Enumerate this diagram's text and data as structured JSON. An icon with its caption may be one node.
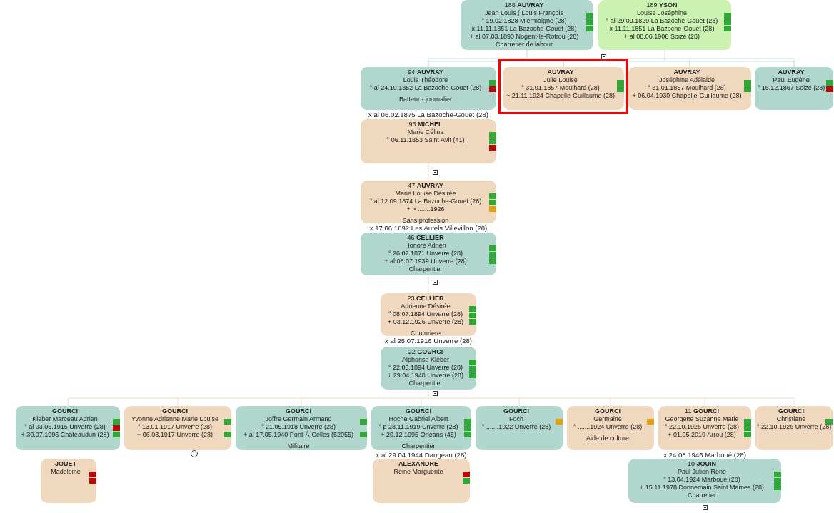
{
  "diagram": {
    "nodes": [
      {
        "text": [
          "188 **AUVRAY**",
          "Jean Louis ( Louis François",
          "° 19.02.1828 Miermaigne (28)",
          "x 11.11.1851 La Bazoche-Gouet (28)",
          "+ al 07.03.1893 Nogent-le-Rotrou (28)",
          "Charretier de labour"
        ]
      },
      {
        "text": [
          "189 **YSON**",
          "Louise Joséphine",
          "° al 29.09.1829 La Bazoche-Gouet (28)",
          "x 11.11.1851 La Bazoche-Gouet (28)",
          "+ al 08.06.1908 Soizé (28)"
        ]
      },
      {
        "text": [
          "94 **AUVRAY**",
          "Louis Théodore",
          "° al 24.10.1852 La Bazoche-Gouet (28)",
          "Batteur - journalier"
        ],
        "beside": [
          "x al 06.02.1875 La Bazoche-Gouet (28)"
        ]
      },
      {
        "text": [
          "AUVRAY",
          "Julie Louise",
          "° 31.01.1857 Moulhard (28)",
          "+ 21.11.1924 Chapelle-Guillaume (28)"
        ]
      },
      {
        "text": [
          "AUVRAY",
          "Joséphine Adélaide",
          "° 31.01.1857 Moulhard (28)",
          "+ 06.04.1930 Chapelle-Guillaume (28)"
        ]
      },
      {
        "text": [
          "AUVRAY",
          "Paul Eugène",
          "° 16.12.1867 Soizé (28)"
        ]
      },
      {
        "text": [
          "95 **MICHEL**",
          "Marie Célina",
          "° 06.11.1853 Saint Avit (41)"
        ]
      },
      {
        "text": [
          "47 **AUVRAY**",
          "Marie Louise Désirée",
          "° al 12.09.1874 La Bazoche-Gouet (28)",
          "+ > .......1926",
          "Sans profession"
        ],
        "beside": [
          "x 17.06.1892 Les Autels Villevillon (28)"
        ]
      },
      {
        "text": [
          "46 **CELLIER**",
          "Honoré Adrien",
          "° 26.07.1871 Unverre (28)",
          "+ al 08.07.1939 Unverre (28)",
          "Charpentier"
        ]
      },
      {
        "text": [
          "23 **CELLIER**",
          "Adrienne Désirée",
          "° 08.07.1894 Unverre (28)",
          "+ 03.12.1926 Unverre (28)",
          "Couturiere"
        ],
        "beside": [
          "x al 25.07.1916 Unverre (28)"
        ]
      },
      {
        "text": [
          "22 **GOURCI**",
          "Alphonse Kleber",
          "° 22.03.1894 Unverre (28)",
          "+ 29.04.1948 Unverre (28)",
          "Charpentier"
        ]
      },
      {
        "text": [
          "GOURCI",
          "Kleber Marceau Adrien",
          "° al 03.06.1915 Unverre (28)",
          "+ 30.07.1996 Châteaudun (28)"
        ]
      },
      {
        "text": [
          "GOURCI",
          "Yvonne Adrienne Marie Louise",
          "° 13.01.1917 Unverre (28)",
          "+ 06.03.1917 Unverre (28)"
        ]
      },
      {
        "text": [
          "GOURCI",
          "Joffre Germain Armand",
          "° 21.05.1918 Unverre (28)",
          "+ al 17.05.1940 Pont-À-Celles (52055)",
          "Militaire"
        ]
      },
      {
        "text": [
          "GOURCI",
          "Hoche Gabriel Albert",
          "° p 28.11.1919 Unverre (28)",
          "+ 20.12.1995 Orléans (45)",
          "Charpentier"
        ],
        "beside": [
          "x al 29.04.1944 Dangeau (28)"
        ]
      },
      {
        "text": [
          "GOURCI",
          "Foch",
          "° .......1922 Unverre (28)"
        ]
      },
      {
        "text": [
          "GOURCI",
          "Germaine",
          "° .......1924 Unverre (28)",
          "Aide de culture"
        ]
      },
      {
        "text": [
          "11 **GOURCI**",
          "Georgette Suzanne Marie",
          "° 22.10.1926 Unverre (28)",
          "+ 01.05.2019 Arrou (28)"
        ],
        "beside": [
          "x 24.08.1946 Marboué (28)"
        ]
      },
      {
        "text": [
          "GOURCI",
          "Christiane",
          "° 22.10.1926 Unverre (28)"
        ]
      },
      {
        "text": [
          "JOUET",
          "Madeleine"
        ]
      },
      {
        "text": [
          "ALEXANDRE",
          "Reine Marguerite"
        ]
      },
      {
        "text": [
          "10 **JOUIN**",
          "Paul Julien René",
          "° 13.04.1924 Marboué (28)",
          "+ 15.11.1978 Donnemain Saint Mames (28)",
          "Charretier"
        ]
      }
    ],
    "edges": [
      {
        "from": 0,
        "to": 2,
        "arrow": "none",
        "color": "#c8e0dc"
      },
      {
        "from": 0,
        "to": 3,
        "arrow": "none",
        "color": "#c8e0dc"
      },
      {
        "from": 0,
        "to": 4,
        "arrow": "none",
        "color": "#c8e0dc"
      },
      {
        "from": 0,
        "to": 5,
        "arrow": "none",
        "color": "#c8e0dc"
      },
      {
        "from": 1,
        "to": 2,
        "arrow": "none",
        "color": "#c8e0dc"
      },
      {
        "from": 1,
        "to": 3,
        "arrow": "none",
        "color": "#c8e0dc"
      },
      {
        "from": 1,
        "to": 4,
        "arrow": "none",
        "color": "#c8e0dc"
      },
      {
        "from": 1,
        "to": 5,
        "arrow": "none",
        "color": "#c8e0dc"
      },
      {
        "from": 6,
        "to": 7,
        "arrow": "none"
      },
      {
        "from": 8,
        "to": 9,
        "arrow": "none"
      },
      {
        "from": 10,
        "to": 11,
        "arrow": "none"
      },
      {
        "from": 10,
        "to": 12,
        "arrow": "none"
      },
      {
        "from": 10,
        "to": 13,
        "arrow": "none"
      },
      {
        "from": 10,
        "to": 14,
        "arrow": "none"
      },
      {
        "from": 10,
        "to": 15,
        "arrow": "none"
      },
      {
        "from": 10,
        "to": 16,
        "arrow": "none"
      },
      {
        "from": 10,
        "to": 17,
        "arrow": "none"
      },
      {
        "from": 10,
        "to": 18,
        "arrow": "none"
      }
    ]
  }
}
